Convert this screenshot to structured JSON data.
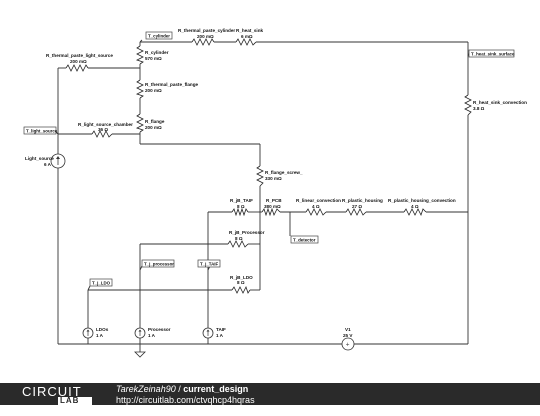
{
  "schematic": {
    "resistors": {
      "thermal_paste_cylinder": {
        "name": "R_thermal_paste_cylinder",
        "value": "200 mΩ"
      },
      "heat_sink": {
        "name": "R_heat_sink",
        "value": "6 mΩ"
      },
      "thermal_paste_light_source": {
        "name": "R_thermal_paste_light_source",
        "value": "200 mΩ"
      },
      "cylinder": {
        "name": "R_cylinder",
        "value": "570 mΩ"
      },
      "thermal_paste_flange": {
        "name": "R_thermal_paste_flange",
        "value": "200 mΩ"
      },
      "flange": {
        "name": "R_flange",
        "value": "200 mΩ"
      },
      "light_source_chamber": {
        "name": "R_light_source_chamber",
        "value": "36 Ω"
      },
      "heat_sink_convection": {
        "name": "R_heat_sink_convection",
        "value": "3.8 Ω"
      },
      "flange_screw": {
        "name": "R_flange_screw_",
        "value": "330 mΩ"
      },
      "jb_taif": {
        "name": "R_jB_TAIF",
        "value": "8 Ω"
      },
      "pcb": {
        "name": "R_PCB",
        "value": "380 mΩ"
      },
      "linear_convection": {
        "name": "R_linear_convection",
        "value": "4 Ω"
      },
      "plastic_housing": {
        "name": "R_plastic_housing",
        "value": "27 Ω"
      },
      "plastic_housing_convection": {
        "name": "R_plastic_housing_convection",
        "value": "4 Ω"
      },
      "jb_processor": {
        "name": "R_jB_Processor",
        "value": "8 Ω"
      },
      "jb_ldo": {
        "name": "R_jB_LDO",
        "value": "8 Ω"
      }
    },
    "tags": {
      "t_cylinder": "T_cylinder",
      "t_heat_sink_surface": "T_heat_sink_surface",
      "t_light_source": "T_light_source",
      "t_detector": "T_detector",
      "t_j_processor": "T_j_processor",
      "t_j_taif": "T_j_TAIF",
      "t_j_ldo": "T_j_LDO"
    },
    "sources": {
      "light_source": {
        "name": "Light_source",
        "value": "6 A"
      },
      "ldos": {
        "name": "LDOs",
        "value": "1 A"
      },
      "processor": {
        "name": "Processor",
        "value": "1 A"
      },
      "taif": {
        "name": "TAIF",
        "value": "1 A"
      },
      "v1": {
        "name": "V1",
        "value": "25 V"
      }
    }
  },
  "footer": {
    "logo_top": "CIRCUIT",
    "logo_bottom": "LAB",
    "author": "TarekZeinah90",
    "separator": "/",
    "design_name": "current_design",
    "url": "http://circuitlab.com/ctvqhcp4hqras"
  },
  "colors": {
    "footer_bg": "#2a2a2a",
    "wire": "#333333",
    "text": "#111111"
  }
}
